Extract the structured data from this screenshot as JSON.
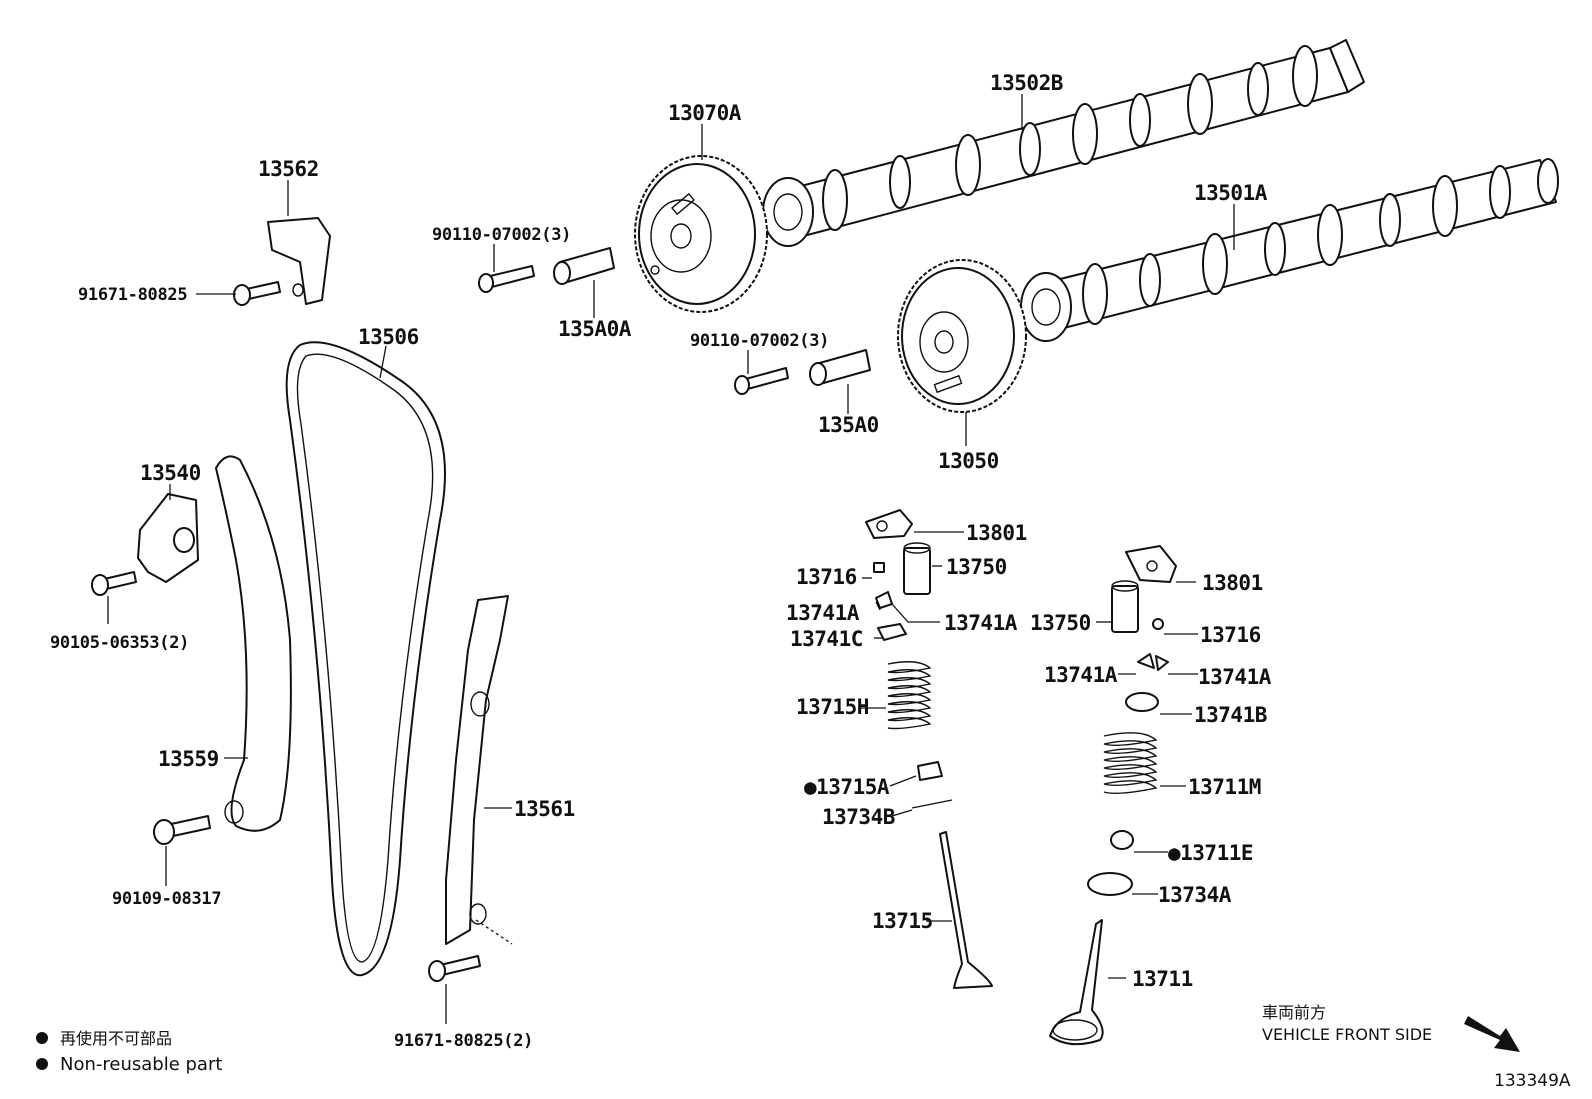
{
  "diagram": {
    "code": "133349A",
    "direction": {
      "jp": "車両前方",
      "en": "VEHICLE FRONT SIDE"
    },
    "legend": [
      {
        "symbol": "●",
        "text": "再使用不可部品"
      },
      {
        "symbol": "●",
        "text": "Non-reusable part"
      }
    ],
    "labels": {
      "p13562": "13562",
      "p91671_80825": "91671-80825",
      "p13070A": "13070A",
      "p90110_a": "90110-07002(3)",
      "p135A0A": "135A0A",
      "p13502B": "13502B",
      "p13501A": "13501A",
      "p90110_b": "90110-07002(3)",
      "p135A0": "135A0",
      "p13050": "13050",
      "p13506": "13506",
      "p13540": "13540",
      "p90105": "90105-06353(2)",
      "p13559": "13559",
      "p90109": "90109-08317",
      "p13561": "13561",
      "p91671_2": "91671-80825(2)",
      "p13801_l": "13801",
      "p13716_l": "13716",
      "p13750_l": "13750",
      "p13741A_l1": "13741A",
      "p13741A_l2": "13741A",
      "p13741C": "13741C",
      "p13715H": "13715H",
      "p13715A": "●13715A",
      "p13734B": "13734B",
      "p13715": "13715",
      "p13801_r": "13801",
      "p13750_r": "13750",
      "p13716_r": "13716",
      "p13741A_r1": "13741A",
      "p13741A_r2": "13741A",
      "p13741B": "13741B",
      "p13711M": "13711M",
      "p13711E": "●13711E",
      "p13734A": "13734A",
      "p13711": "13711"
    }
  }
}
